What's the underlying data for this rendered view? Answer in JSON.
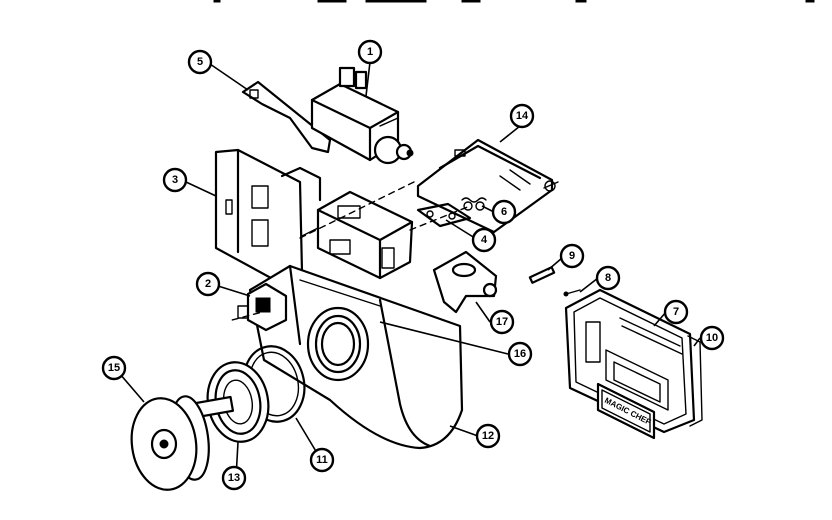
{
  "callouts": {
    "c1": "1",
    "c2": "2",
    "c3": "3",
    "c4": "4",
    "c5": "5",
    "c6": "6",
    "c7": "7",
    "c8": "8",
    "c9": "9",
    "c10": "10",
    "c11": "11",
    "c12": "12",
    "c13": "13",
    "c14": "14",
    "c15": "15",
    "c16": "16",
    "c17": "17"
  },
  "nameplate": {
    "logo_text": "MAGIC CHEF"
  }
}
